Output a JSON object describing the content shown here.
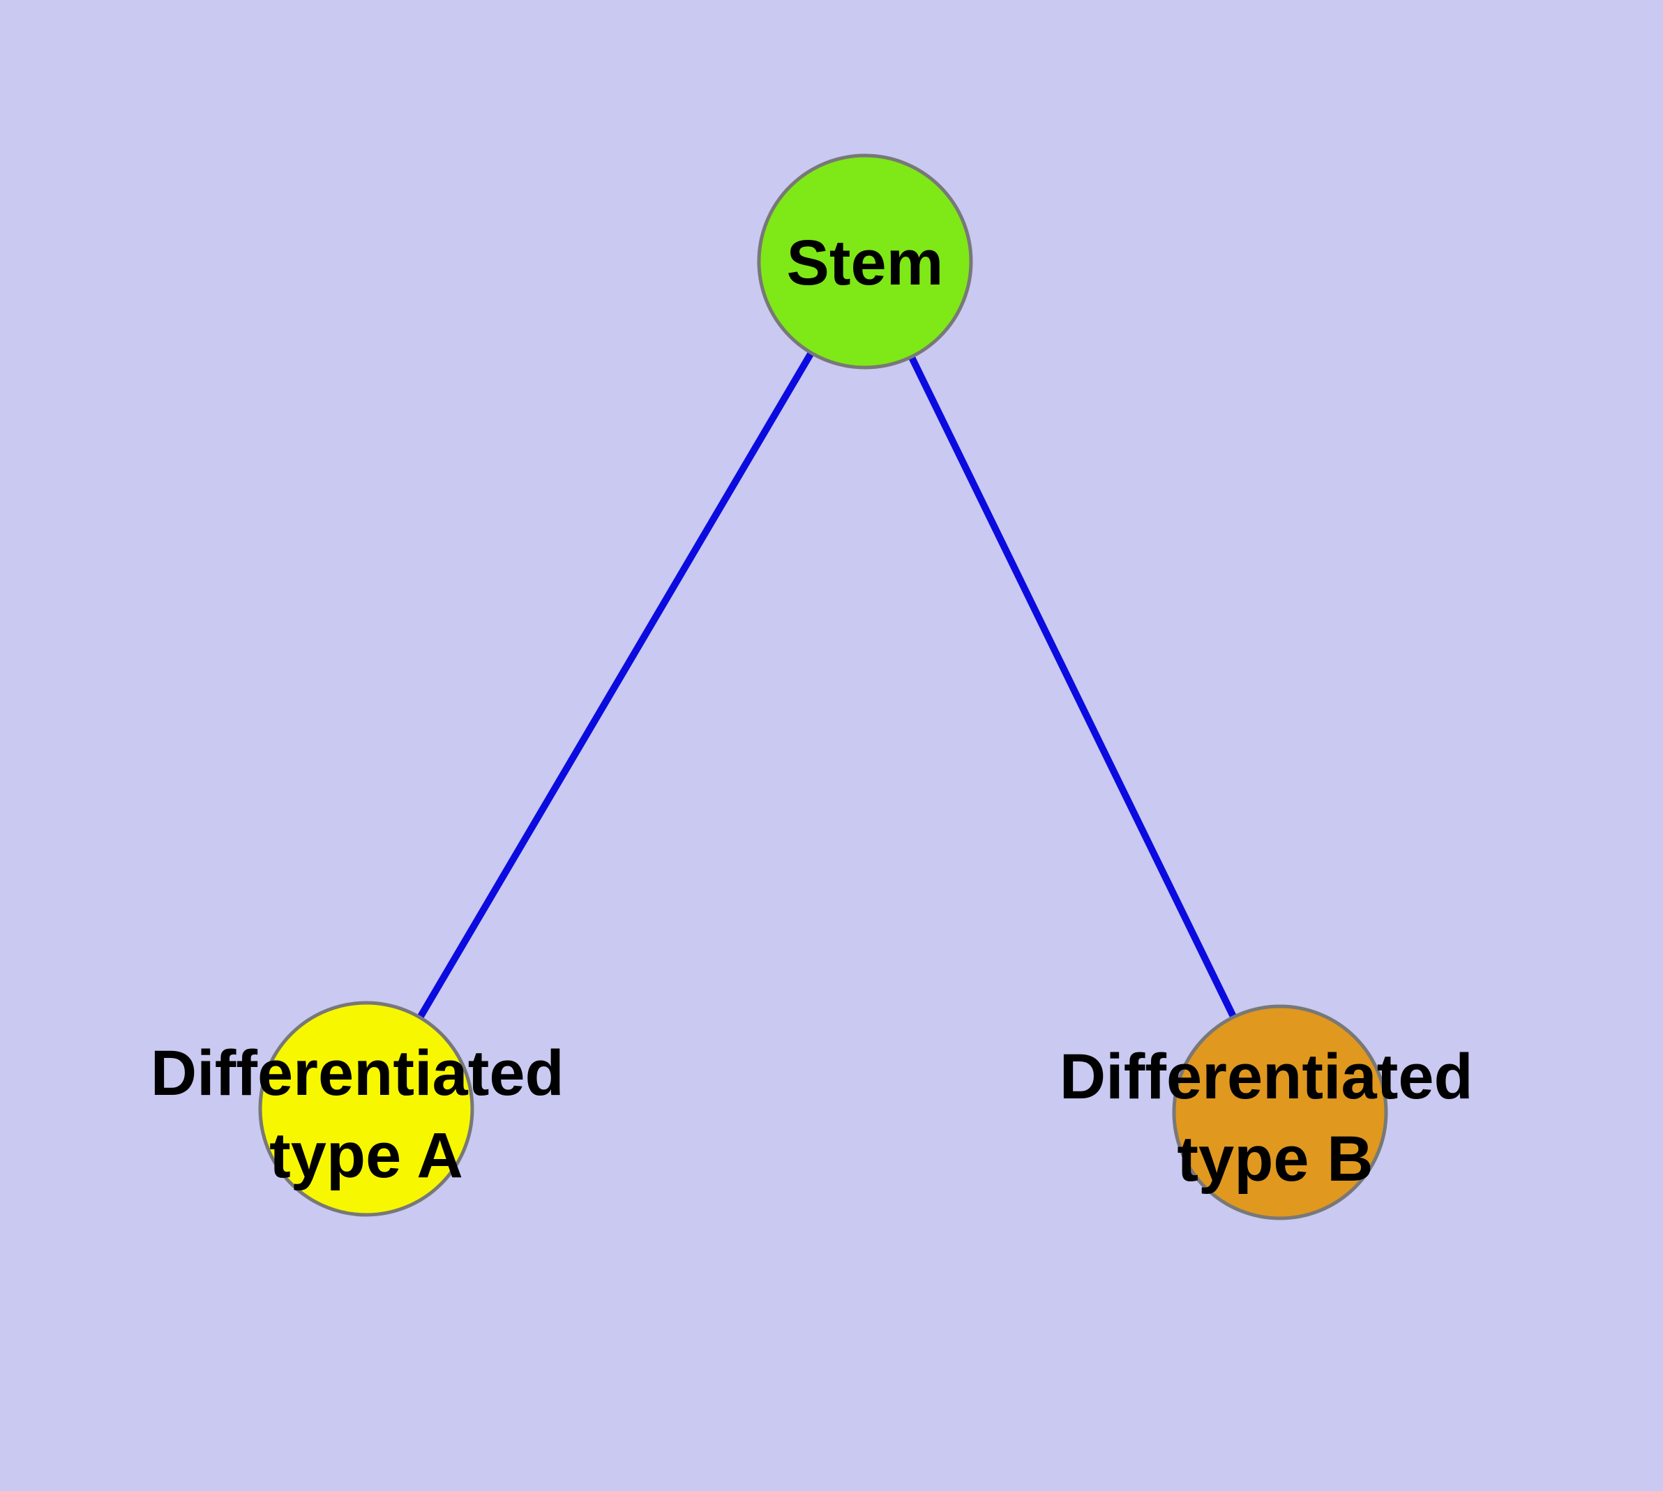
{
  "diagram": {
    "background_color": "#c9c9f1",
    "text_color": "#000000",
    "node_border_color": "#787878",
    "edge": {
      "color": "#0b0be0"
    },
    "nodes": {
      "stem": {
        "label": "Stem",
        "fill": "#7fe817"
      },
      "type_a": {
        "label": [
          "Differentiated",
          "type A"
        ],
        "fill": "#f7f700"
      },
      "type_b": {
        "label": [
          "Differentiated",
          "type B"
        ],
        "fill": "#e0981e"
      }
    },
    "edges": [
      {
        "from": "Stem",
        "to": "Differentiated type A"
      },
      {
        "from": "Stem",
        "to": "Differentiated type B"
      }
    ]
  }
}
